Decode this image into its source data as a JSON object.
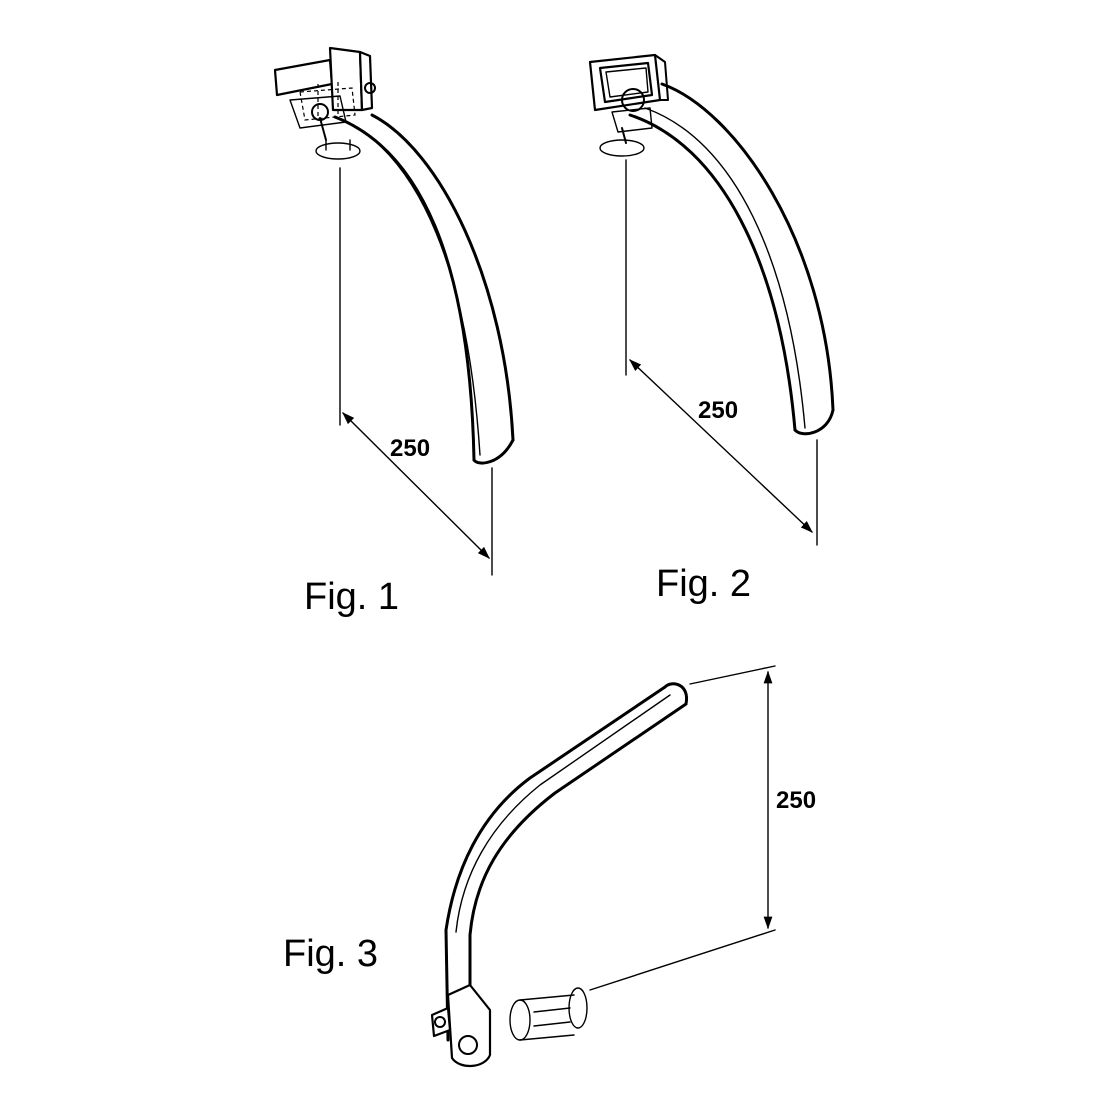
{
  "figures": [
    {
      "label": "Fig. 1",
      "dimension": "250"
    },
    {
      "label": "Fig. 2",
      "dimension": "250"
    },
    {
      "label": "Fig. 3",
      "dimension": "250"
    }
  ]
}
